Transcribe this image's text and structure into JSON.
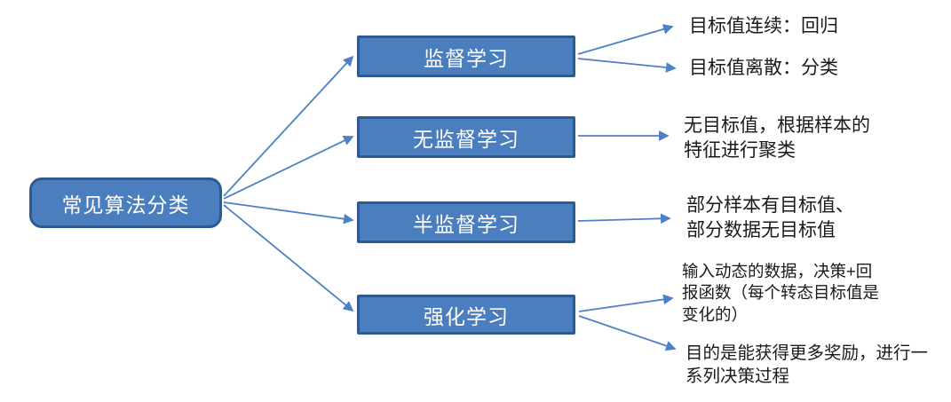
{
  "diagram": {
    "root": {
      "label": "常见算法分类"
    },
    "branches": [
      {
        "label": "监督学习",
        "notes": [
          "目标值连续：回归",
          "目标值离散：分类"
        ]
      },
      {
        "label": "无监督学习",
        "notes": [
          "无目标值，根据样本的\n特征进行聚类"
        ]
      },
      {
        "label": "半监督学习",
        "notes": [
          "部分样本有目标值、\n部分数据无目标值"
        ]
      },
      {
        "label": "强化学习",
        "notes": [
          "输入动态的数据，决策+回\n报函数（每个转态目标值是\n变化的）",
          "目的是能获得更多奖励，进行一\n系列决策过程"
        ]
      }
    ],
    "colors": {
      "node_fill": "#4B7EBE",
      "node_border": "#2D5A90",
      "arrow": "#4E80C6",
      "note_text": "#1A1A1A",
      "node_text": "#FFFFFF"
    }
  }
}
